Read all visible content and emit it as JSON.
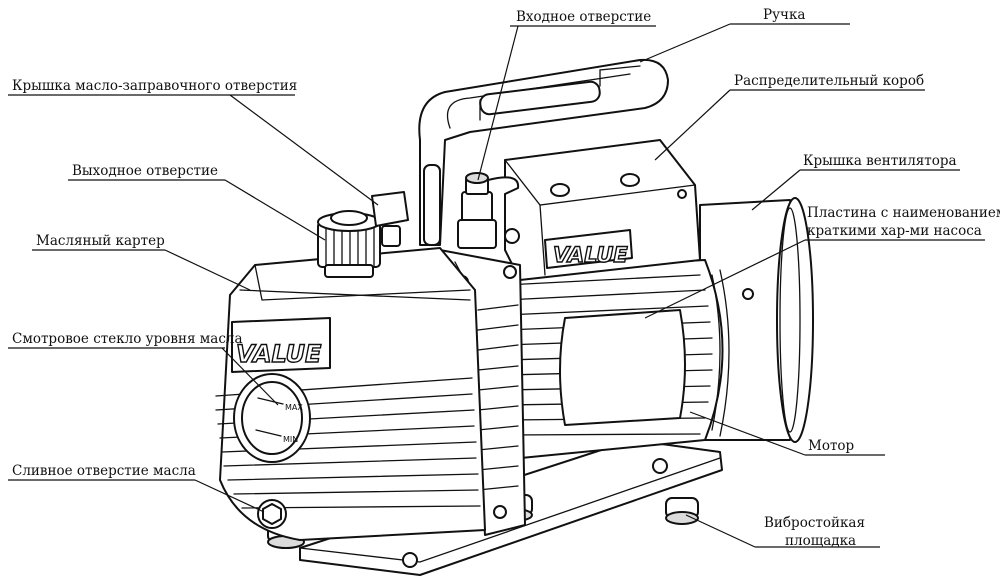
{
  "brand": "VALUE",
  "gauge": {
    "max": "MAX",
    "min": "MIN"
  },
  "labels": {
    "inlet": "Входное отверстие",
    "handle": "Ручка",
    "oil_fill_cap": "Крышка масло-заправочного отверстия",
    "distribution_box": "Распределительный короб",
    "outlet": "Выходное отверстие",
    "fan_cover": "Крышка вентилятора",
    "oil_sump": "Масляный картер",
    "nameplate_line1": "Пластина с наименованием и",
    "nameplate_line2": "краткими хар-ми насоса",
    "sight_glass": "Смотровое стекло уровня масла",
    "motor": "Мотор",
    "oil_drain": "Сливное отверстие масла",
    "mount_line1": "Вибростойкая",
    "mount_line2": "площадка"
  }
}
